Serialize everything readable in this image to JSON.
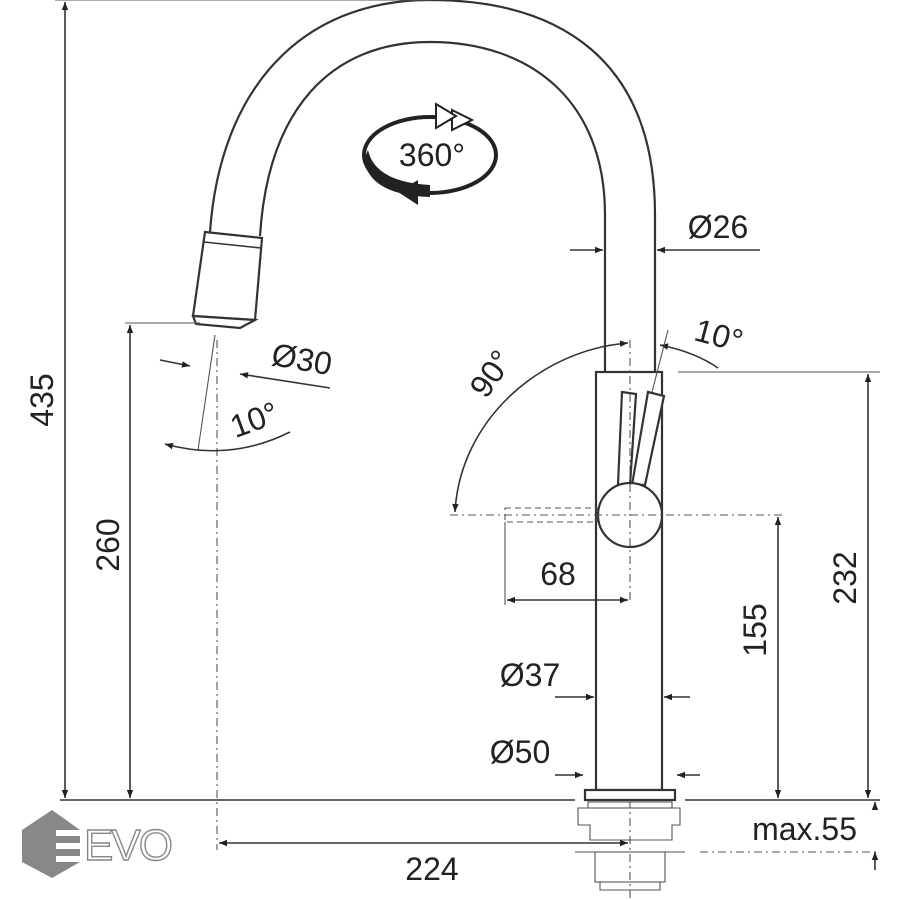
{
  "drawing": {
    "title": "Pull-out spout kitchen faucet dimension drawing",
    "rotation_label": "360°",
    "dimensions": {
      "total_height": "435",
      "spout_height": "260",
      "body_height": "232",
      "lever_height": "155",
      "reach": "224",
      "lever_length": "68",
      "spout_diameter": "Ø26",
      "nozzle_diameter": "Ø30",
      "body_diameter": "Ø37",
      "base_diameter": "Ø50",
      "counter_thickness": "max.55",
      "nozzle_angle": "10°",
      "lever_swing": "90°",
      "lever_back_angle": "10°"
    }
  },
  "logo": {
    "text": "EVO",
    "color": "#888888"
  }
}
